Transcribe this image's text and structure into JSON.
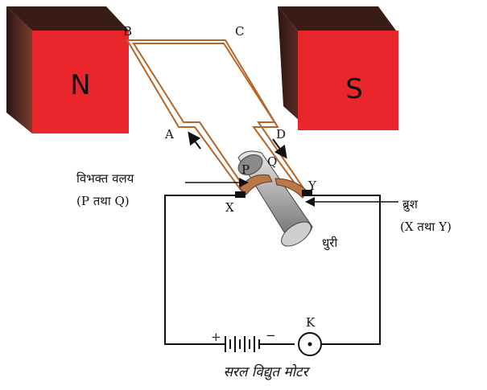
{
  "magnets": {
    "north": {
      "label": "N",
      "color": "#e8262b"
    },
    "south": {
      "label": "S",
      "color": "#e8262b"
    }
  },
  "points": {
    "A": "A",
    "B": "B",
    "C": "C",
    "D": "D",
    "P": "P",
    "Q": "Q",
    "X": "X",
    "Y": "Y",
    "K": "K"
  },
  "labels": {
    "split_ring": "विभक्त वलय",
    "split_ring_sub": "(P तथा Q)",
    "brush": "ब्रुश",
    "brush_sub": "(X तथा Y)",
    "axle": "धुरी",
    "battery_plus": "+",
    "battery_minus": "−",
    "caption": "सरल विद्युत मोटर"
  },
  "colors": {
    "coil": "#b5652a",
    "magnet_red": "#e8262b",
    "magnet_shadow": "#5a2a22",
    "ring": "#b9774a",
    "axle": "#9a9a9a"
  },
  "icons": {
    "battery": "battery-icon",
    "key": "key-switch-icon",
    "arrow": "current-arrow-icon"
  }
}
